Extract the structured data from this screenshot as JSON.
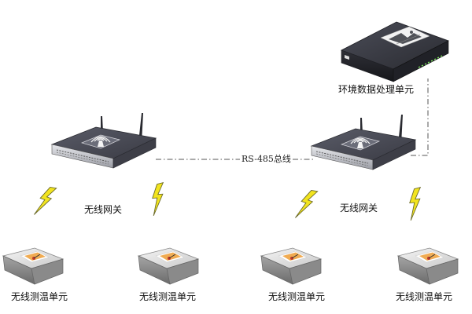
{
  "labels": {
    "processor": "环境数据处理单元",
    "bus": "RS-485总线",
    "gateway_left": "无线网关",
    "gateway_right": "无线网关",
    "sensor_1": "无线测温单元",
    "sensor_2": "无线测温单元",
    "sensor_3": "无线测温单元",
    "sensor_4": "无线测温单元"
  },
  "colors": {
    "device_top": "#4a4c57",
    "device_dark": "#24252b",
    "bolt": "#f2e41e",
    "thermo_face": "#f0ab52",
    "bus_line": "#555555"
  }
}
